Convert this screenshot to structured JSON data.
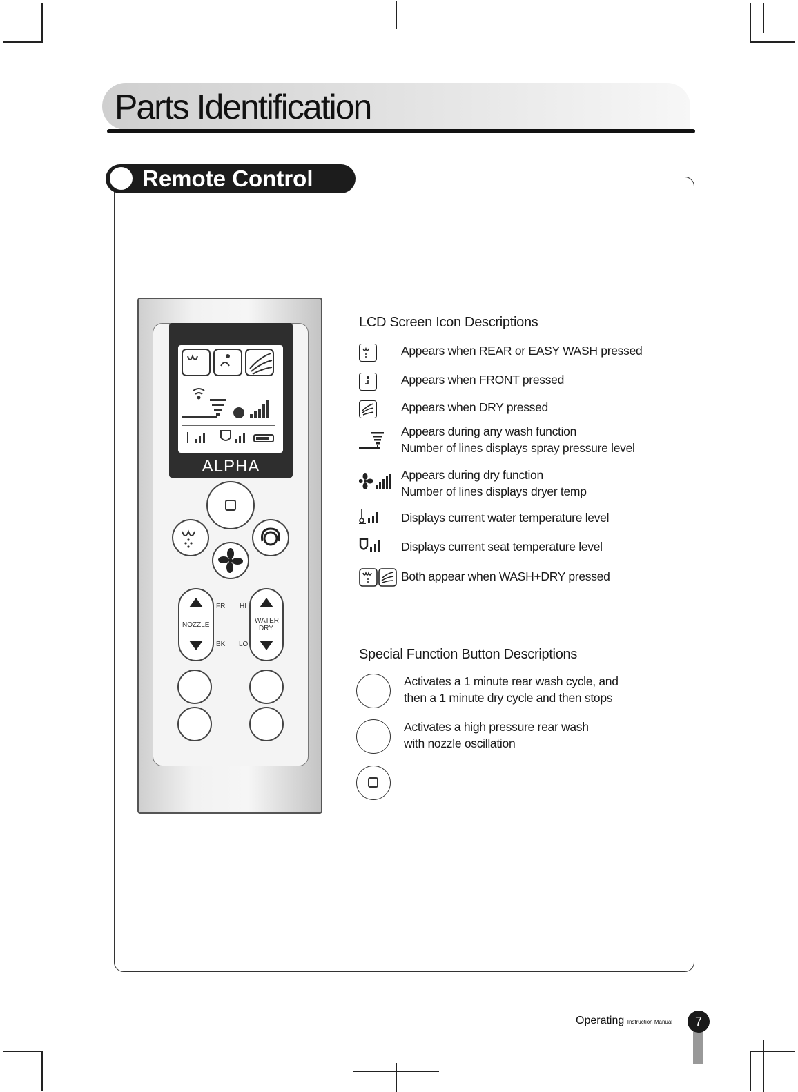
{
  "page_title": "Parts Identification",
  "section_title": "Remote Control",
  "remote": {
    "brand": "ALPHA",
    "labels": {
      "nozzle": "NOZZLE",
      "fr": "FR",
      "bk": "BK",
      "hi": "HI",
      "lo": "LO",
      "water": "WATER",
      "dry": "DRY"
    }
  },
  "lcd_icons": {
    "heading": "LCD Screen Icon Descriptions",
    "items": [
      {
        "icon": "rear-wash-icon",
        "lines": [
          "Appears when REAR or EASY WASH pressed"
        ]
      },
      {
        "icon": "front-wash-icon",
        "lines": [
          "Appears when FRONT pressed"
        ]
      },
      {
        "icon": "dry-icon",
        "lines": [
          "Appears when DRY pressed"
        ]
      },
      {
        "icon": "spray-pressure-icon",
        "lines": [
          "Appears during any wash function",
          "Number of lines displays spray pressure level"
        ]
      },
      {
        "icon": "dryer-temp-icon",
        "lines": [
          "Appears during dry function",
          "Number of lines displays dryer temp"
        ]
      },
      {
        "icon": "water-temp-icon",
        "lines": [
          "Displays current water temperature level"
        ]
      },
      {
        "icon": "seat-temp-icon",
        "lines": [
          "Displays current seat temperature level"
        ]
      },
      {
        "icon": "wash-dry-icon",
        "lines": [
          "Both appear when WASH+DRY pressed"
        ]
      }
    ]
  },
  "special_functions": {
    "heading": "Special Function Button Descriptions",
    "items": [
      {
        "lines": [
          "Activates a 1 minute rear wash cycle, and",
          "then a 1 minute dry cycle and then stops"
        ]
      },
      {
        "lines": [
          "Activates a high pressure rear wash",
          "with nozzle oscillation"
        ]
      }
    ]
  },
  "footer": {
    "manual_word": "Operating",
    "manual_small": "Instruction Manual",
    "page_number": "7"
  }
}
